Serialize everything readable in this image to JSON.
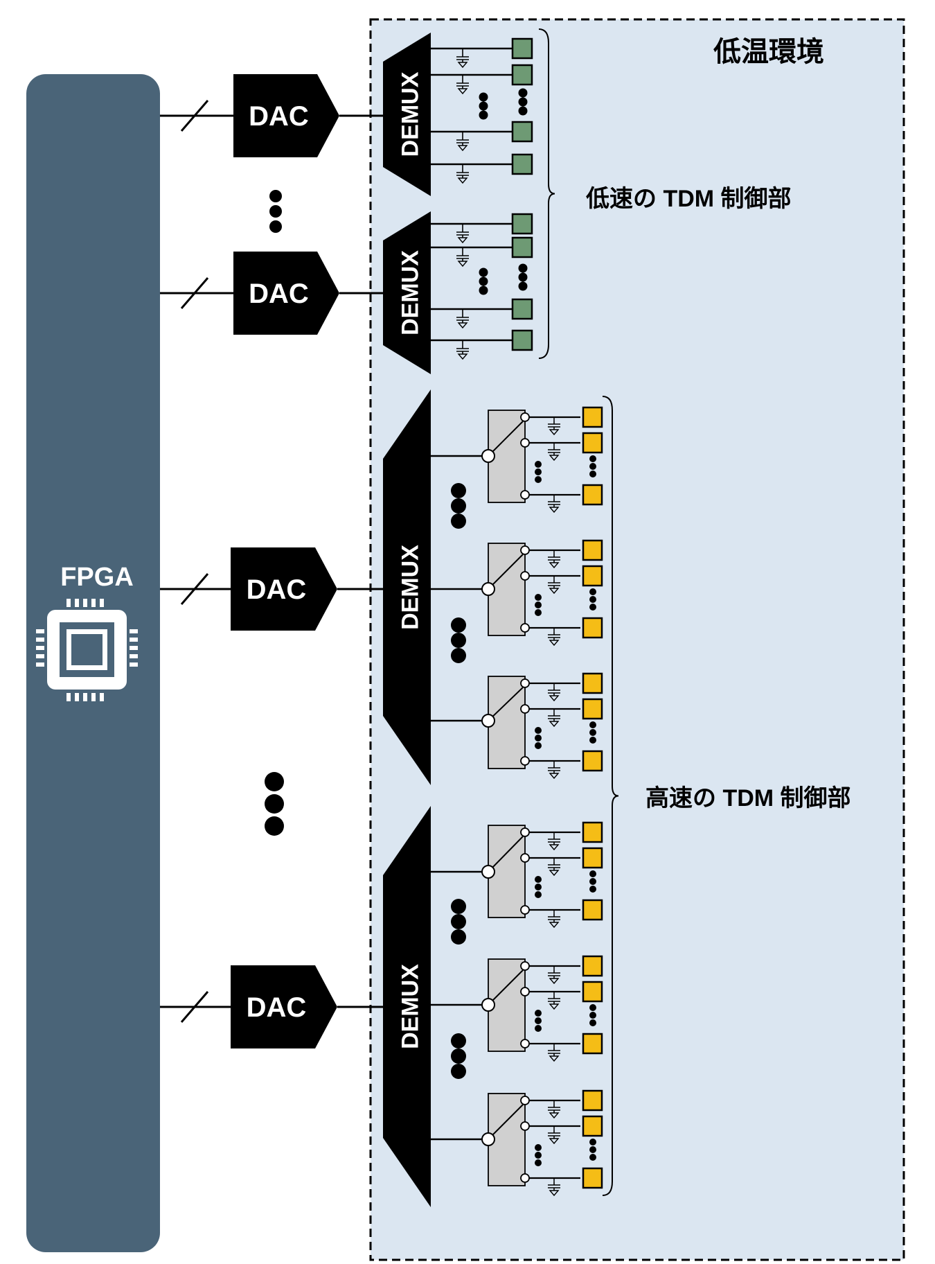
{
  "labels": {
    "fpga": "FPGA",
    "dac": "DAC",
    "demux": "DEMUX",
    "cryo_region": "低温環境",
    "slow_group": "低速の TDM 制御部",
    "fast_group": "高速の TDM 制御部"
  },
  "colors": {
    "fpga_panel": "#4a6478",
    "cryo_fill": "#dbe6f1",
    "block_black": "#000000",
    "slow_element": "#6e9a74",
    "fast_element": "#f5bd16",
    "switch_fill": "#d0d0d0"
  },
  "structure": {
    "slow_channels": 2,
    "fast_channels": 2,
    "switch_groups_per_fast_demux": 3,
    "visible_outputs_per_slow_demux": 4,
    "visible_outputs_per_switch": 3
  },
  "icons": {
    "chip": "chip-icon",
    "ground": "ground-symbol-icon",
    "ellipsis": "vertical-ellipsis-icon"
  }
}
